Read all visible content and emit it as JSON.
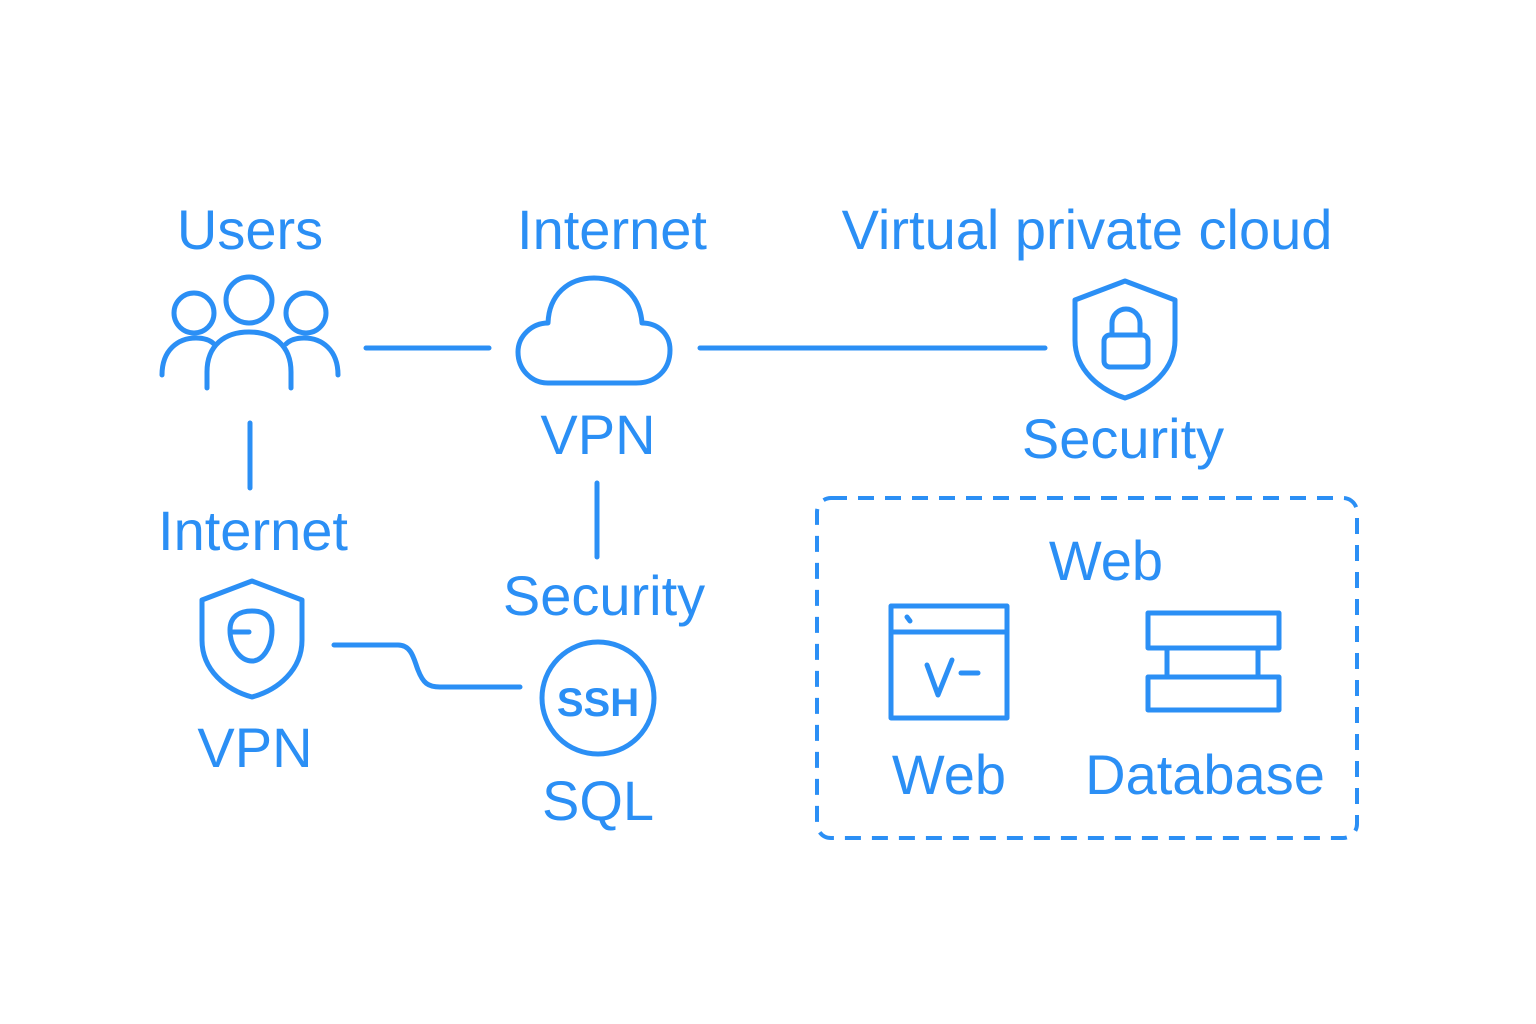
{
  "colors": {
    "accent": "#2b8ff5",
    "background": "#ffffff"
  },
  "nodes": {
    "users": {
      "label": "Users",
      "icon": "users-icon"
    },
    "internet_top": {
      "label": "Internet"
    },
    "vpn_cloud": {
      "label": "VPN",
      "icon": "cloud-icon"
    },
    "vpc": {
      "label": "Virtual private cloud"
    },
    "security_vpc": {
      "label": "Security",
      "icon": "shield-lock-icon"
    },
    "internet_left": {
      "label": "Internet"
    },
    "vpn_shield": {
      "label": "VPN",
      "icon": "shield-icon"
    },
    "security_mid": {
      "label": "Security"
    },
    "ssh": {
      "label": "SSH",
      "icon": "ssh-circle-icon"
    },
    "sql": {
      "label": "SQL"
    },
    "web_group": {
      "label": "Web"
    },
    "web": {
      "label": "Web",
      "icon": "browser-icon"
    },
    "database": {
      "label": "Database",
      "icon": "database-icon"
    }
  }
}
